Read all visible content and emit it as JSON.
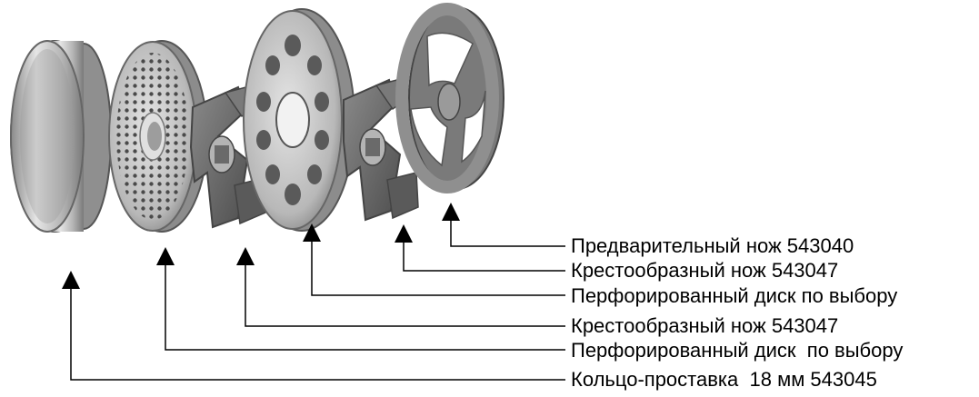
{
  "labels": [
    "Предварительный нож 543040",
    "Крестообразный нож 543047",
    "Перфорированный диск по выбору",
    "Крестообразный нож 543047",
    "Перфорированный диск  по выбору",
    "Кольцо-проставка  18 мм 543045"
  ],
  "colors": {
    "metal_light": "#d9d9d9",
    "metal_mid": "#a6a6a6",
    "metal_dark": "#5c5c5c",
    "blade": "#6e6e6e",
    "line": "#000000"
  }
}
